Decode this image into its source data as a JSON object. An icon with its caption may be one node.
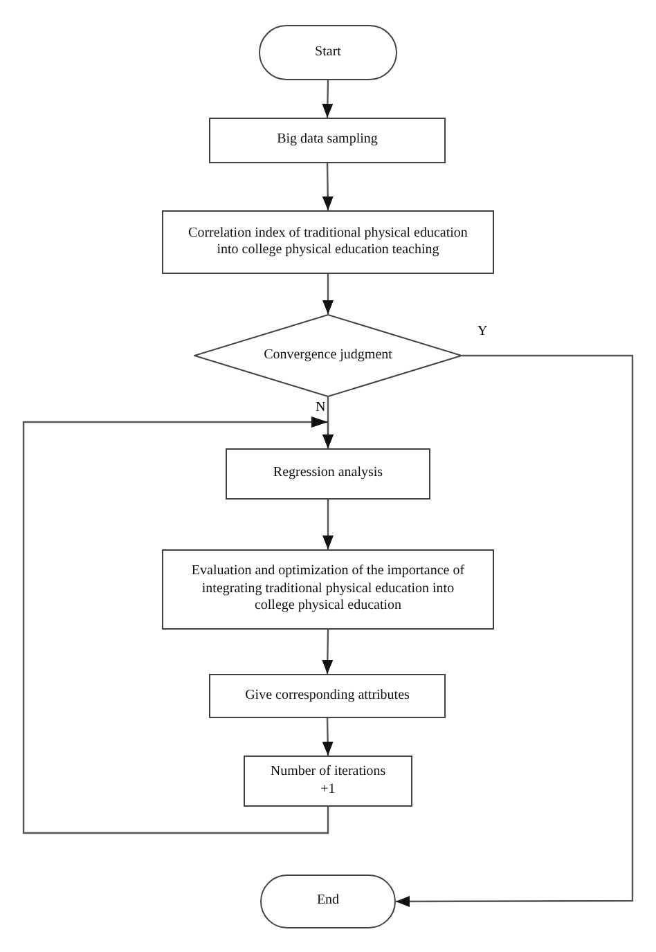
{
  "diagram": {
    "nodes": [
      {
        "text": [
          "Start"
        ]
      },
      {
        "text": [
          "Big data sampling"
        ]
      },
      {
        "text": [
          "Correlation index of traditional physical education into college physical education teaching"
        ]
      },
      {
        "text": [
          "Convergence judgment"
        ]
      },
      {
        "text": [
          "Regression analysis"
        ]
      },
      {
        "text": [
          "Evaluation and optimization of the importance of integrating traditional physical education into college physical education"
        ]
      },
      {
        "text": [
          "Give corresponding attributes"
        ]
      },
      {
        "text": [
          "Number of iterations +1"
        ]
      },
      {
        "text": [
          "End"
        ]
      }
    ],
    "edges": [
      {
        "from": 0,
        "to": 1,
        "arrow": "to"
      },
      {
        "from": 1,
        "to": 2,
        "arrow": "to"
      },
      {
        "from": 2,
        "to": 3,
        "arrow": "to"
      },
      {
        "from": 3,
        "to": 4,
        "arrow": "to",
        "label": "N"
      },
      {
        "from": 4,
        "to": 5,
        "arrow": "to"
      },
      {
        "from": 5,
        "to": 6,
        "arrow": "to"
      },
      {
        "from": 6,
        "to": 7,
        "arrow": "to"
      },
      {
        "from": 7,
        "to": 4,
        "arrow": "to"
      },
      {
        "from": 3,
        "to": 8,
        "arrow": "to",
        "label": "Y"
      }
    ]
  }
}
